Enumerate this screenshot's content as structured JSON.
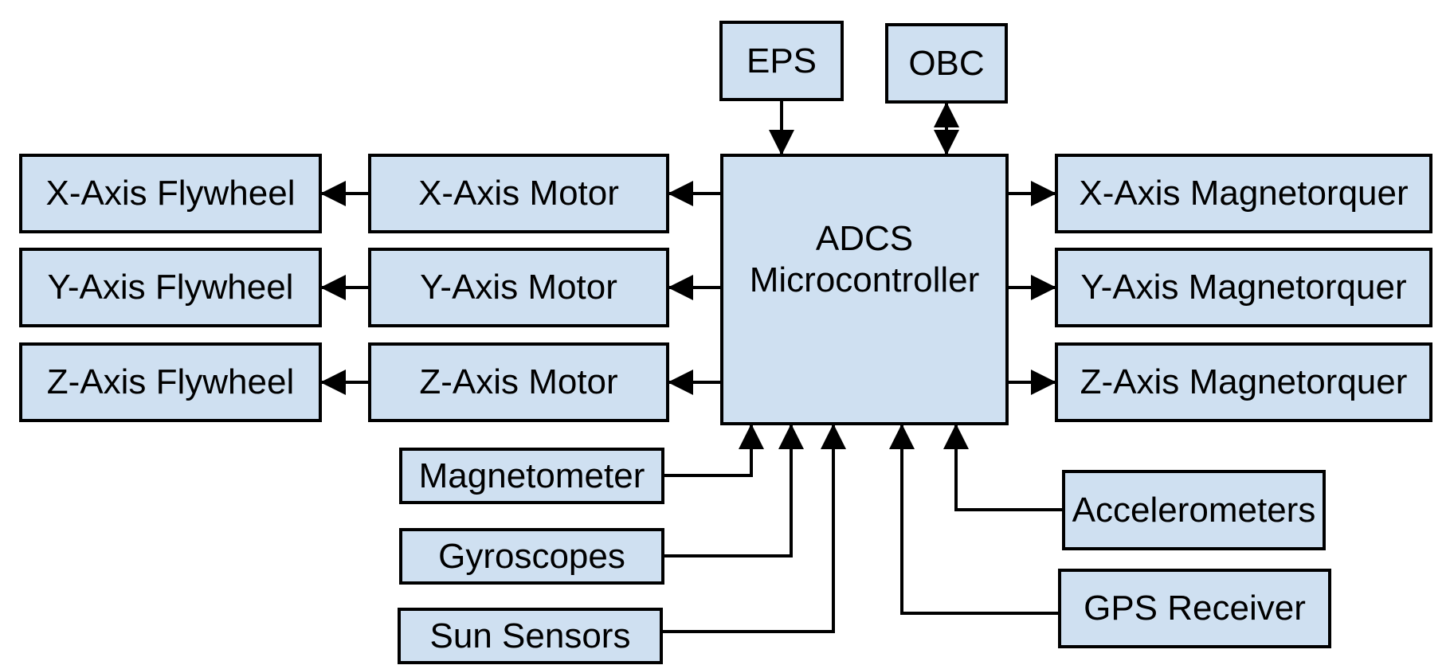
{
  "colors": {
    "box_fill": "#cfe0f1",
    "box_border": "#000000",
    "line": "#000000",
    "text": "#000000"
  },
  "boxes": {
    "eps": "EPS",
    "obc": "OBC",
    "controller_line1": "ADCS",
    "controller_line2": "Microcontroller",
    "x_flywheel": "X-Axis Flywheel",
    "y_flywheel": "Y-Axis Flywheel",
    "z_flywheel": "Z-Axis Flywheel",
    "x_motor": "X-Axis Motor",
    "y_motor": "Y-Axis Motor",
    "z_motor": "Z-Axis Motor",
    "x_magnetorquer": "X-Axis Magnetorquer",
    "y_magnetorquer": "Y-Axis Magnetorquer",
    "z_magnetorquer": "Z-Axis Magnetorquer",
    "magnetometer": "Magnetometer",
    "gyroscopes": "Gyroscopes",
    "sun_sensors": "Sun Sensors",
    "accelerometers": "Accelerometers",
    "gps_receiver": "GPS Receiver"
  }
}
